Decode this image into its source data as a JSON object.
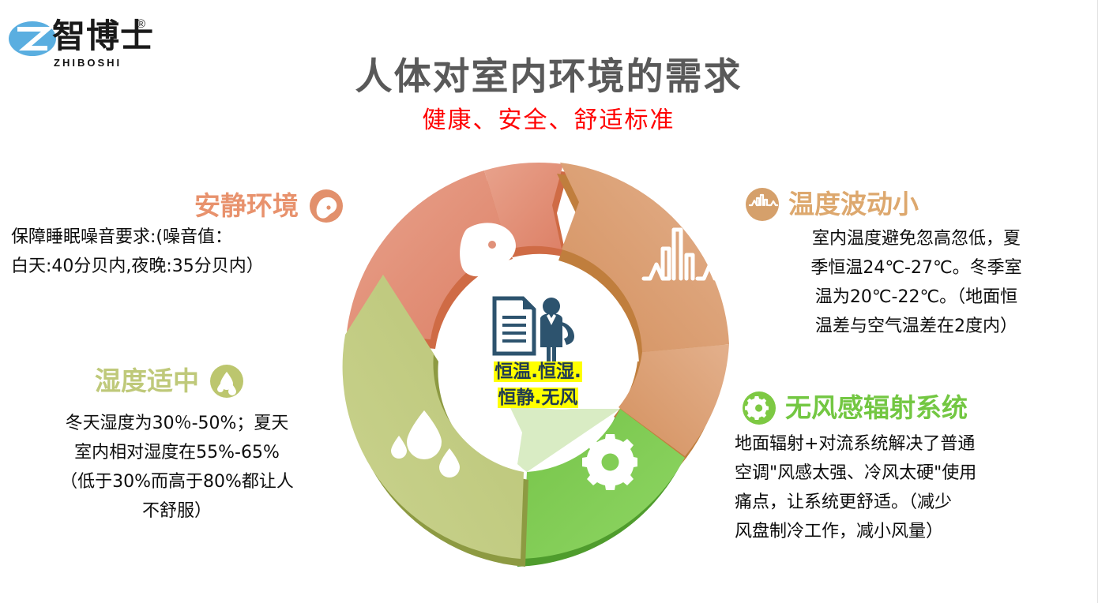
{
  "logo": {
    "mark": "z-oval-logo",
    "chinese_name": "智博士",
    "registered_mark": "®",
    "pinyin": "ZHIBOSHI",
    "mark_color": "#5aaee0"
  },
  "header": {
    "title": "人体对室内环境的需求",
    "subtitle": "健康、安全、舒适标准",
    "title_color": "#595959",
    "subtitle_color": "#ff0000"
  },
  "blocks": [
    {
      "key": "quiet",
      "heading": "安静环境",
      "icon": "ear-icon",
      "color": "#e8926d",
      "badge_color": "#e2906c",
      "body": "保障睡眠噪音要求:(噪音值：白天:40分贝内,夜晚:35分贝内）",
      "body_lines": [
        "保障睡眠噪音要求:(噪音值：",
        "白天:40分贝内,夜晚:35分贝内）"
      ]
    },
    {
      "key": "humidity",
      "heading": "湿度适中",
      "icon": "water-drop-icon",
      "color": "#bfc97a",
      "badge_color": "#bcc66e",
      "body": "冬天湿度为30％-50%；夏天室内相对湿度在55%-65%（低于30%而高于80%都让人不舒服）",
      "body_lines": [
        "冬天湿度为30％-50%；夏天",
        "室内相对湿度在55%-65%",
        "（低于30%而高于80%都让人",
        "不舒服）"
      ]
    },
    {
      "key": "temperature",
      "heading": "温度波动小",
      "icon": "waveform-icon",
      "color": "#dda86e",
      "badge_color": "#d5a06b",
      "body": "室内温度避免忽高忽低，夏季恒温24℃-27℃。冬季室温为20℃-22℃。（地面恒温差与空气温差在2度内）",
      "body_lines": [
        "室内温度避免忽高忽低，夏",
        "季恒温24℃-27℃。冬季室",
        "温为20℃-22℃。（地面恒",
        "温差与空气温差在2度内）"
      ]
    },
    {
      "key": "windless",
      "heading": "无风感辐射系统",
      "icon": "gear-icon",
      "color": "#73c742",
      "badge_color": "#7dc943",
      "body": "地面辐射+对流系统解决了普通空调\"风感太强、冷风太硬\"使用痛点，让系统更舒适。（减少风盘制冷工作，减小风量）",
      "body_lines": [
        "地面辐射+对流系统解决了普通",
        "空调\"风感太强、冷风太硬\"使用",
        "痛点，让系统更舒适。（减少",
        "风盘制冷工作，减小风量）"
      ]
    }
  ],
  "cycle": {
    "segments": [
      {
        "name": "quiet-segment",
        "position": "top-left",
        "icon": "ear-icon",
        "fill": "#e0917a",
        "shadow": "#d4643f"
      },
      {
        "name": "temperature-segment",
        "position": "top-right",
        "icon": "waveform-icon",
        "fill": "#dda379",
        "shadow": "#c8813f"
      },
      {
        "name": "windless-segment",
        "position": "bottom-right",
        "icon": "gear-icon",
        "fill": "#82cd55",
        "shadow": "#5faa34"
      },
      {
        "name": "humidity-segment",
        "position": "bottom-left",
        "icon": "water-drop-icon",
        "fill": "#c2cd84",
        "shadow": "#9aa64f"
      }
    ],
    "center_icon": "businessman-with-document-icon",
    "center_icon_color": "#2d536e",
    "center_caption_line1": "恒温.恒湿.",
    "center_caption_line2": "恒静.无风",
    "center_caption_highlight": "#ffff00",
    "center_caption_color": "#1f3a52"
  }
}
